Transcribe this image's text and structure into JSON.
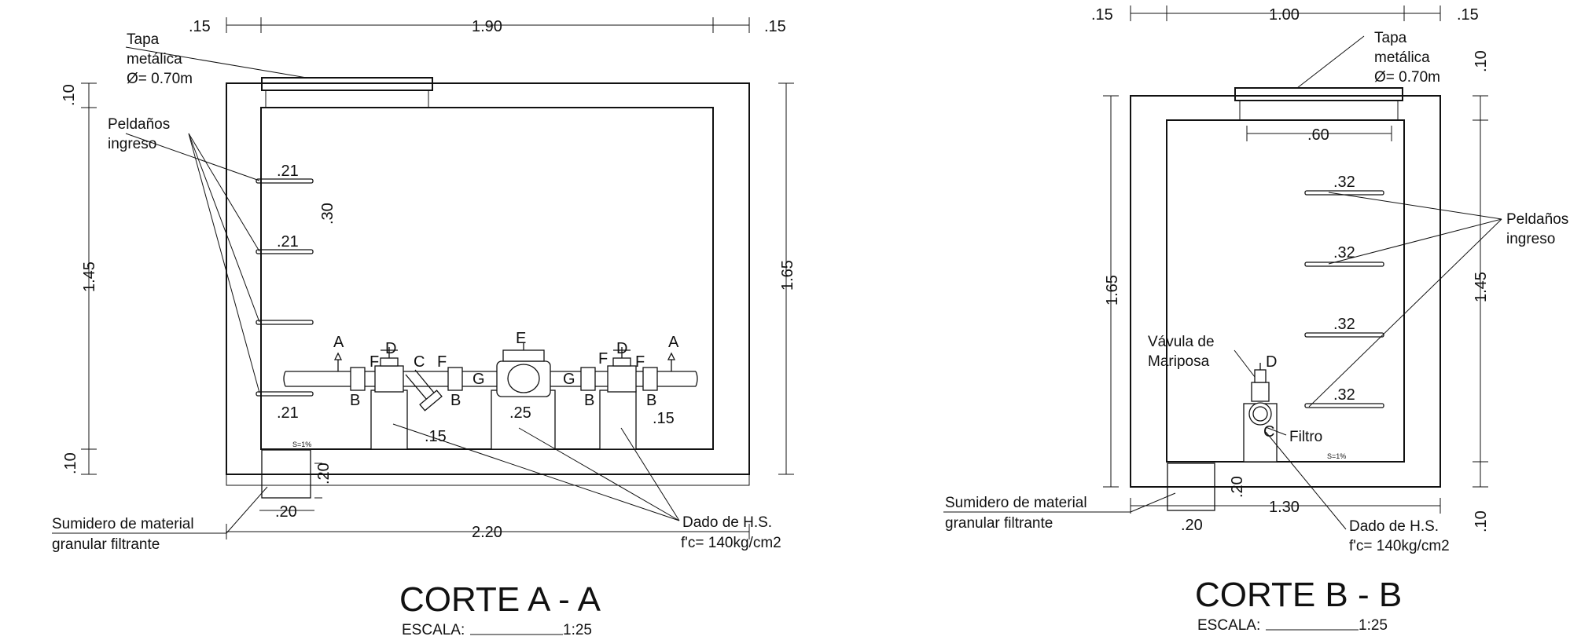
{
  "section_a": {
    "dims": {
      "top_left": ".15",
      "top_mid": "1.90",
      "top_right": ".15",
      "left_top": ".10",
      "left_mid": "1.45",
      "left_bot": ".10",
      "right": "1.65",
      "bottom": "2.20",
      "step1": ".21",
      "step2": ".21",
      "step_gap": ".30",
      "step_bot": ".21",
      "sump_w": ".20",
      "sump_h": ".20",
      "dado1": ".15",
      "dado2": ".25",
      "dado3": ".15",
      "slope": "S=1%"
    },
    "labels": {
      "tapa": [
        "Tapa",
        "metálica",
        "Ø= 0.70m"
      ],
      "peldanos": [
        "Peldaños",
        "ingreso"
      ],
      "sumidero": [
        "Sumidero de material",
        "granular filtrante"
      ],
      "dado": [
        "Dado de H.S.",
        "f'c= 140kg/cm2"
      ]
    },
    "valve_letters": {
      "A1": "A",
      "A2": "A",
      "B1": "B",
      "B2": "B",
      "B3": "B",
      "B4": "B",
      "C": "C",
      "D1": "D",
      "D2": "D",
      "E": "E",
      "F1": "F",
      "F2": "F",
      "F3": "F",
      "F4": "F",
      "G1": "G",
      "G2": "G"
    },
    "title": "CORTE A - A",
    "scale_label": "ESCALA:",
    "scale_value": "1:25"
  },
  "section_b": {
    "dims": {
      "top_left": ".15",
      "top_mid": "1.00",
      "top_right": ".15",
      "left": "1.65",
      "right_top": ".10",
      "right_mid": "1.45",
      "right_bot": ".10",
      "bottom": "1.30",
      "inner": ".60",
      "step1": ".32",
      "step2": ".32",
      "step3": ".32",
      "step4": ".32",
      "sump_w": ".20",
      "sump_h": ".20",
      "slope": "S=1%"
    },
    "labels": {
      "tapa": [
        "Tapa",
        "metálica",
        "Ø= 0.70m"
      ],
      "peldanos": [
        "Peldaños",
        "ingreso"
      ],
      "valvula": [
        "Vávula de",
        "Mariposa"
      ],
      "filtro": "Filtro",
      "sumidero": [
        "Sumidero de material",
        "granular filtrante"
      ],
      "dado": [
        "Dado de H.S.",
        "f'c= 140kg/cm2"
      ]
    },
    "valve_letters": {
      "C": "C",
      "D": "D"
    },
    "title": "CORTE B - B",
    "scale_label": "ESCALA:",
    "scale_value": "1:25"
  }
}
